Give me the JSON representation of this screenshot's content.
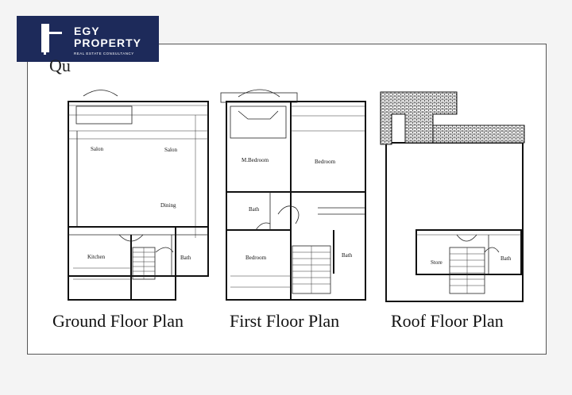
{
  "logo": {
    "line1": "EGY",
    "line2": "PROPERTY",
    "tagline": "REAL ESTATE CONSULTANCY"
  },
  "stray_text": "Qu",
  "plans": {
    "ground": {
      "caption": "Ground Floor Plan",
      "rooms": {
        "salon_left": "Salon",
        "salon_right": "Salon",
        "dining": "Dining",
        "kitchen": "Kitchen",
        "bath": "Bath"
      }
    },
    "first": {
      "caption": "First Floor Plan",
      "rooms": {
        "master": "M.Bedroom",
        "bedroom_top": "Bedroom",
        "bath_left": "Bath",
        "bedroom_bottom": "Bedroom",
        "bath_right": "Bath"
      }
    },
    "roof": {
      "caption": "Roof Floor Plan",
      "rooms": {
        "store": "Store",
        "bath": "Bath"
      }
    }
  }
}
